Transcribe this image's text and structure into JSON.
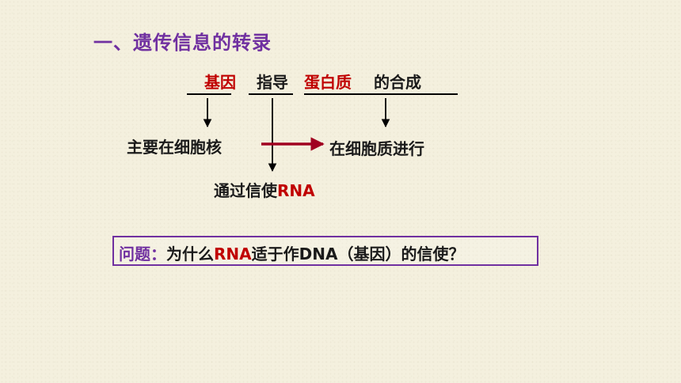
{
  "title": "一、遗传信息的转录",
  "sentence": {
    "gene": "基因",
    "guides": "指导",
    "protein": "蛋白质",
    "synthesis": "的合成"
  },
  "nodes": {
    "nucleus": "主要在细胞核",
    "cytoplasm": "在细胞质进行",
    "messenger_prefix": "通过信使",
    "messenger_rna": "RNA"
  },
  "question": {
    "label": "问题：",
    "part1": "为什么",
    "rna": "RNA",
    "part2": "适于作DNA（基因）的信使？"
  },
  "colors": {
    "title": "#7030a0",
    "highlight": "#c00000",
    "box_border": "#7030a0",
    "arrow": "#000000",
    "connector_arrow": "#a00020"
  }
}
